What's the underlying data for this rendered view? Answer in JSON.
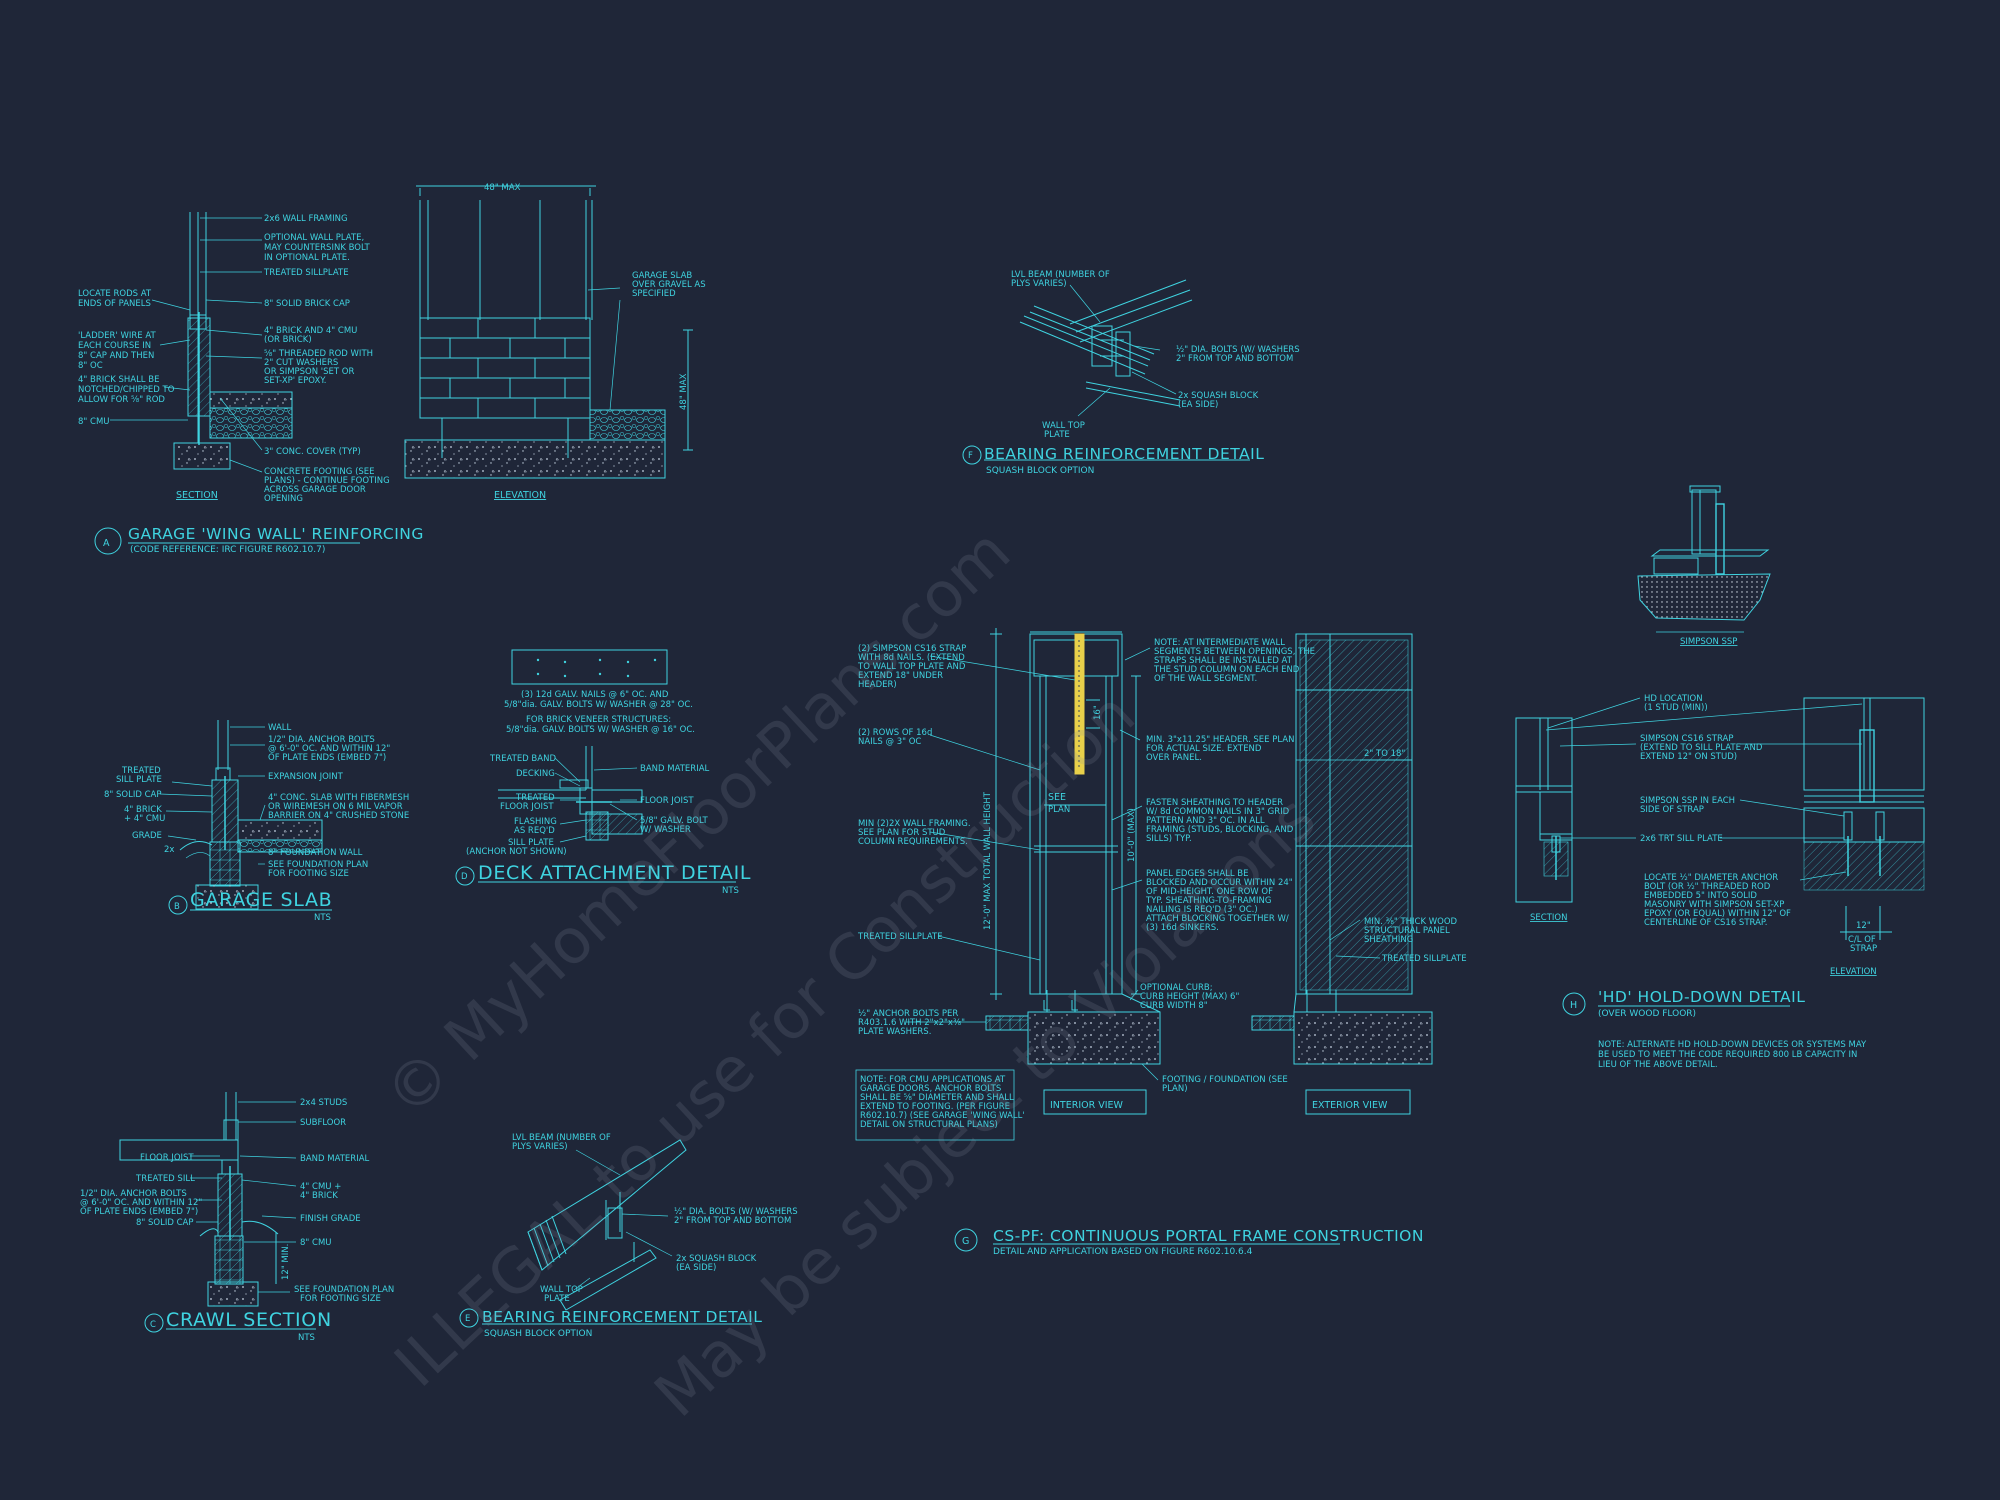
{
  "watermark": {
    "line1": "© MyHomeFloorPlans.com",
    "line2": "ILLEGAL to use for Construction",
    "line3": "May be subject to Violations"
  },
  "detail_a": {
    "marker": "A",
    "title": "GARAGE 'WING WALL' REINFORCING",
    "subtitle": "(CODE REFERENCE: IRC FIGURE R602.10.7)",
    "section_label": "SECTION",
    "elevation_label": "ELEVATION",
    "dim_width": "48\" MAX",
    "dim_height": "48\" MAX",
    "left_notes": [
      "LOCATE RODS AT",
      "ENDS OF PANELS",
      "'LADDER' WIRE AT",
      "EACH COURSE IN",
      "8\" CAP AND THEN",
      "8\" OC",
      "4\" BRICK SHALL BE",
      "NOTCHED/CHIPPED TO",
      "ALLOW FOR ⅝\" ROD",
      "8\" CMU"
    ],
    "right_notes": [
      "2x6 WALL FRAMING",
      "OPTIONAL WALL PLATE,",
      "MAY COUNTERSINK BOLT",
      "IN OPTIONAL PLATE.",
      "TREATED SILLPLATE",
      "8\" SOLID BRICK CAP",
      "4\" BRICK AND 4\" CMU",
      "(OR BRICK)",
      "⅝\" THREADED ROD WITH",
      "2\" CUT WASHERS",
      "OR SIMPSON 'SET OR",
      "SET-XP' EPOXY.",
      "3\" CONC. COVER (TYP)",
      "CONCRETE FOOTING (SEE",
      "PLANS) - CONTINUE FOOTING",
      "ACROSS GARAGE DOOR",
      "OPENING"
    ],
    "slab_note": [
      "GARAGE SLAB",
      "OVER GRAVEL AS",
      "SPECIFIED"
    ]
  },
  "detail_b": {
    "marker": "B",
    "title": "GARAGE SLAB",
    "nts": "NTS",
    "left_notes": [
      "TREATED",
      "SILL PLATE",
      "8\" SOLID CAP",
      "4\" BRICK",
      "+ 4\" CMU",
      "GRADE",
      "2x"
    ],
    "right_notes": [
      "WALL",
      "1/2\" DIA. ANCHOR BOLTS",
      "@ 6'-0\" OC. AND WITHIN 12\"",
      "OF PLATE ENDS (EMBED 7\")",
      "EXPANSION JOINT",
      "4\" CONC. SLAB WITH FIBERMESH",
      "OR WIREMESH ON 6 MIL VAPOR",
      "BARRIER ON 4\" CRUSHED STONE",
      "8\" FOUNDATION WALL",
      "SEE FOUNDATION PLAN",
      "FOR FOOTING SIZE"
    ]
  },
  "detail_c": {
    "marker": "C",
    "title": "CRAWL SECTION",
    "nts": "NTS",
    "left_notes": [
      "FLOOR JOIST",
      "TREATED SILL",
      "1/2\" DIA. ANCHOR BOLTS",
      "@ 6'-0\" OC. AND WITHIN 12\"",
      "OF PLATE ENDS (EMBED 7\")",
      "8\" SOLID CAP"
    ],
    "right_notes": [
      "2x4 STUDS",
      "SUBFLOOR",
      "BAND MATERIAL",
      "4\" CMU +",
      "4\" BRICK",
      "FINISH GRADE",
      "8\" CMU",
      "SEE FOUNDATION PLAN",
      "FOR FOOTING SIZE"
    ],
    "dim": "12\" MIN."
  },
  "detail_d": {
    "marker": "D",
    "title": "DECK ATTACHMENT DETAIL",
    "nts": "NTS",
    "top_notes": [
      "(3) 12d GALV. NAILS @ 6\" OC. AND",
      "5/8\"dia. GALV. BOLTS W/ WASHER @ 28\" OC.",
      "FOR BRICK VENEER STRUCTURES:",
      "5/8\"dia. GALV. BOLTS W/ WASHER @ 16\" OC."
    ],
    "left_notes": [
      "TREATED BAND",
      "DECKING",
      "TREATED",
      "FLOOR JOIST",
      "FLASHING",
      "AS REQ'D",
      "SILL PLATE",
      "(ANCHOR NOT SHOWN)"
    ],
    "right_notes": [
      "BAND MATERIAL",
      "FLOOR JOIST",
      "5/8\" GALV. BOLT",
      "W/ WASHER"
    ]
  },
  "detail_e": {
    "marker": "E",
    "title": "BEARING REINFORCEMENT DETAIL",
    "subtitle": "SQUASH BLOCK OPTION",
    "notes": [
      "LVL BEAM (NUMBER OF",
      "PLYS VARIES)",
      "½\" DIA. BOLTS (W/ WASHERS",
      "2\" FROM TOP AND BOTTOM",
      "2x SQUASH BLOCK",
      "(EA SIDE)",
      "WALL TOP",
      "PLATE"
    ]
  },
  "detail_f": {
    "marker": "F",
    "title": "BEARING REINFORCEMENT DETAIL",
    "subtitle": "SQUASH BLOCK OPTION",
    "notes": [
      "LVL BEAM (NUMBER OF",
      "PLYS VARIES)",
      "½\" DIA. BOLTS (W/ WASHERS",
      "2\" FROM TOP AND BOTTOM",
      "2x SQUASH BLOCK",
      "(EA SIDE)",
      "WALL TOP",
      "PLATE"
    ]
  },
  "detail_g": {
    "marker": "G",
    "title": "CS-PF: CONTINUOUS PORTAL FRAME CONSTRUCTION",
    "subtitle": "DETAIL AND APPLICATION BASED ON FIGURE R602.10.6.4",
    "interior_label": "INTERIOR VIEW",
    "exterior_label": "EXTERIOR VIEW",
    "see_plan": [
      "SEE",
      "PLAN"
    ],
    "dim_overall": "12'-0\" MAX TOTAL WALL HEIGHT",
    "dim_clear": "10'-0\" (MAX)",
    "dim_16": "16\"",
    "dim_2to18": "2\" TO 18\"",
    "left_notes": [
      "(2) SIMPSON CS16 STRAP",
      "WITH 8d NAILS. (EXTEND",
      "TO WALL TOP PLATE AND",
      "EXTEND 18\" UNDER",
      "HEADER)",
      "(2) ROWS OF 16d",
      "NAILS @ 3\" OC",
      "MIN (2)2X WALL FRAMING.",
      "SEE PLAN FOR STUD",
      "COLUMN REQUIREMENTS.",
      "TREATED SILLPLATE",
      "½\" ANCHOR BOLTS PER",
      "R403.1.6 WITH 2\"x2\"x⅜\"",
      "PLATE WASHERS."
    ],
    "top_note": [
      "NOTE: AT INTERMEDIATE WALL",
      "SEGMENTS BETWEEN OPENINGS, THE",
      "STRAPS SHALL BE INSTALLED AT",
      "THE STUD COLUMN ON EACH END",
      "OF THE WALL SEGMENT."
    ],
    "mid_notes": [
      "MIN. 3\"x11.25\" HEADER. SEE PLAN",
      "FOR ACTUAL SIZE. EXTEND",
      "OVER PANEL.",
      "FASTEN SHEATHING TO HEADER",
      "W/ 8d COMMON NAILS IN 3\" GRID",
      "PATTERN AND 3\" OC. IN ALL",
      "FRAMING (STUDS, BLOCKING, AND",
      "SILLS) TYP.",
      "PANEL EDGES SHALL BE",
      "BLOCKED AND OCCUR WITHIN 24\"",
      "OF MID-HEIGHT. ONE ROW OF",
      "TYP. SHEATHING-TO-FRAMING",
      "NAILING IS REQ'D (3\" OC.)",
      "ATTACH BLOCKING TOGETHER W/",
      "(3) 16d SINKERS.",
      "OPTIONAL CURB;",
      "CURB HEIGHT (MAX) 6\"",
      "CURB WIDTH 8\"",
      "FOOTING / FOUNDATION (SEE",
      "PLAN)"
    ],
    "ext_notes": [
      "MIN. ⅜\" THICK WOOD",
      "STRUCTURAL PANEL",
      "SHEATHING",
      "TREATED SILLPLATE"
    ],
    "cmu_note": [
      "NOTE: FOR CMU APPLICATIONS AT",
      "GARAGE DOORS, ANCHOR BOLTS",
      "SHALL BE ⅝\" DIAMETER AND SHALL",
      "EXTEND TO FOOTING. (PER FIGURE",
      "R602.10.7) (SEE GARAGE 'WING WALL'",
      "DETAIL ON STRUCTURAL PLANS)"
    ]
  },
  "detail_h": {
    "marker": "H",
    "title": "'HD' HOLD-DOWN DETAIL",
    "subtitle": "(OVER WOOD FLOOR)",
    "section_label": "SECTION",
    "elevation_label": "ELEVATION",
    "ssp_label": "SIMPSON SSP",
    "notes": [
      "HD LOCATION",
      "(1 STUD (MIN))",
      "SIMPSON CS16 STRAP",
      "(EXTEND TO SILL PLATE AND",
      "EXTEND 12\" ON STUD)",
      "SIMPSON SSP IN EACH",
      "SIDE OF STRAP",
      "2x6 TRT SILL PLATE",
      "LOCATE ½\" DIAMETER ANCHOR",
      "BOLT (OR ½\" THREADED ROD",
      "EMBEDDED 5\" INTO SOLID",
      "MASONRY WITH SIMPSON SET-XP",
      "EPOXY (OR EQUAL) WITHIN 12\" OF",
      "CENTERLINE OF CS16 STRAP."
    ],
    "dim": [
      "12\"",
      "C/L OF",
      "STRAP"
    ],
    "footnote": [
      "NOTE: ALTERNATE HD HOLD-DOWN DEVICES OR SYSTEMS MAY",
      "BE USED TO MEET THE CODE REQUIRED 800 LB CAPACITY IN",
      "LIEU OF THE ABOVE DETAIL."
    ]
  }
}
